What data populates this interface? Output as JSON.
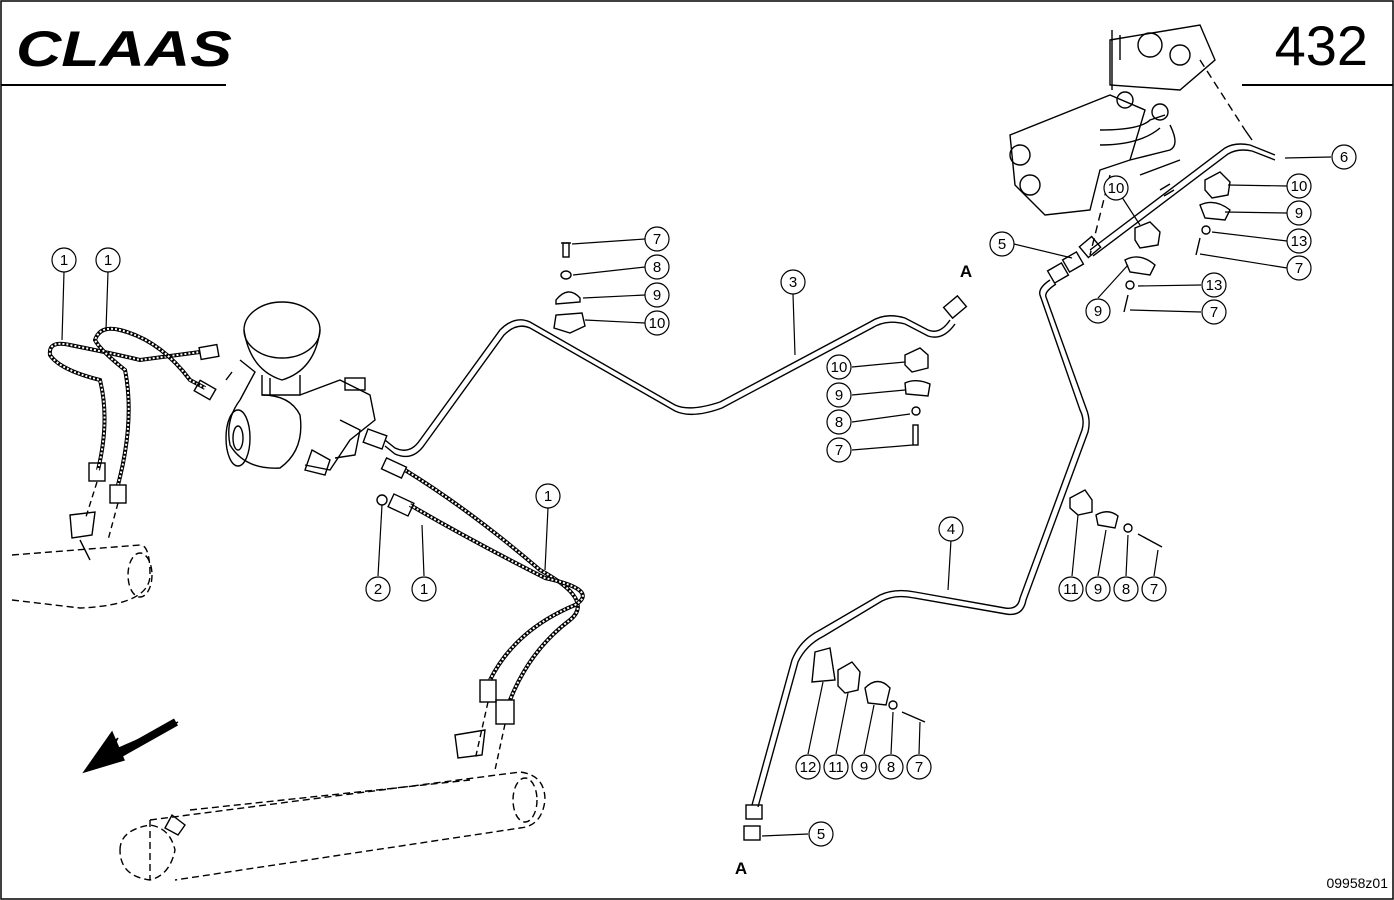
{
  "header": {
    "brand": "CLAAS",
    "page_number": "432"
  },
  "footer": {
    "drawing_code": "09958z01"
  },
  "reference_marks": {
    "a_upper": "A",
    "a_lower": "A"
  },
  "callouts": {
    "c1a": "1",
    "c1b": "1",
    "c1c": "1",
    "c1d": "1",
    "c2": "2",
    "c3": "3",
    "c4": "4",
    "c5a": "5",
    "c5b": "5",
    "c6": "6",
    "c7a": "7",
    "c7b": "7",
    "c7c": "7",
    "c7d": "7",
    "c7e": "7",
    "c7f": "7",
    "c8a": "8",
    "c8b": "8",
    "c8c": "8",
    "c8d": "8",
    "c9a": "9",
    "c9b": "9",
    "c9c": "9",
    "c9d": "9",
    "c9e": "9",
    "c9f": "9",
    "c10a": "10",
    "c10b": "10",
    "c10c": "10",
    "c10d": "10",
    "c11a": "11",
    "c11b": "11",
    "c12": "12",
    "c13a": "13",
    "c13b": "13"
  },
  "colors": {
    "ink": "#000000",
    "paper": "#ffffff"
  }
}
